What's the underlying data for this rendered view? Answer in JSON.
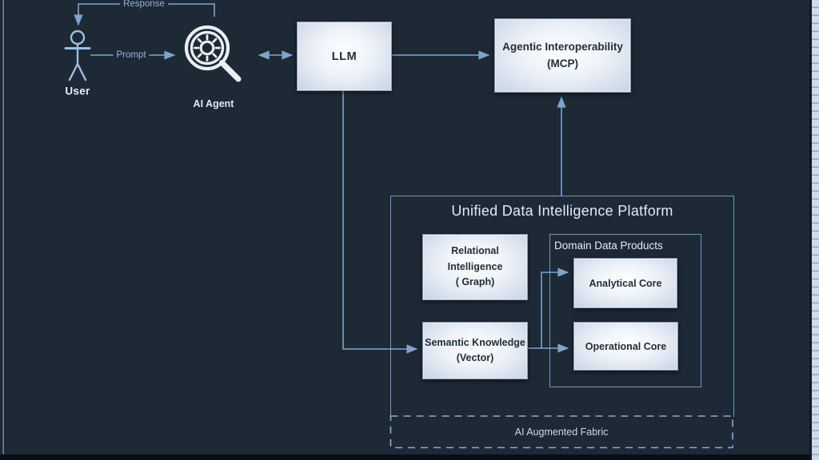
{
  "diagram": {
    "user": {
      "label": "User"
    },
    "ai_agent": {
      "label": "AI Agent"
    },
    "edges": {
      "response_label": "Response",
      "prompt_label": "Prompt"
    },
    "nodes": {
      "llm": {
        "label": "LLM"
      },
      "mcp": {
        "line1": "Agentic Interoperability",
        "line2": "(MCP)"
      },
      "relational": {
        "line1": "Relational Intelligence",
        "line2": "( Graph)"
      },
      "semantic": {
        "line1": "Semantic Knowledge",
        "line2": "(Vector)"
      },
      "analytical": {
        "label": "Analytical Core"
      },
      "operational": {
        "label": "Operational Core"
      }
    },
    "containers": {
      "platform_title": "Unified Data Intelligence Platform",
      "domain_title": "Domain Data Products",
      "fabric_label": "AI Augmented Fabric"
    },
    "colors": {
      "background": "#1e2936",
      "connector": "#7da5cd",
      "edge_label_text": "#8fb3d9",
      "light_text": "#e6edf5",
      "node_text": "#222d3a",
      "node_fill_center": "#ffffff",
      "node_fill_edge": "#c7d4e5",
      "container_border": "#7396be"
    }
  }
}
